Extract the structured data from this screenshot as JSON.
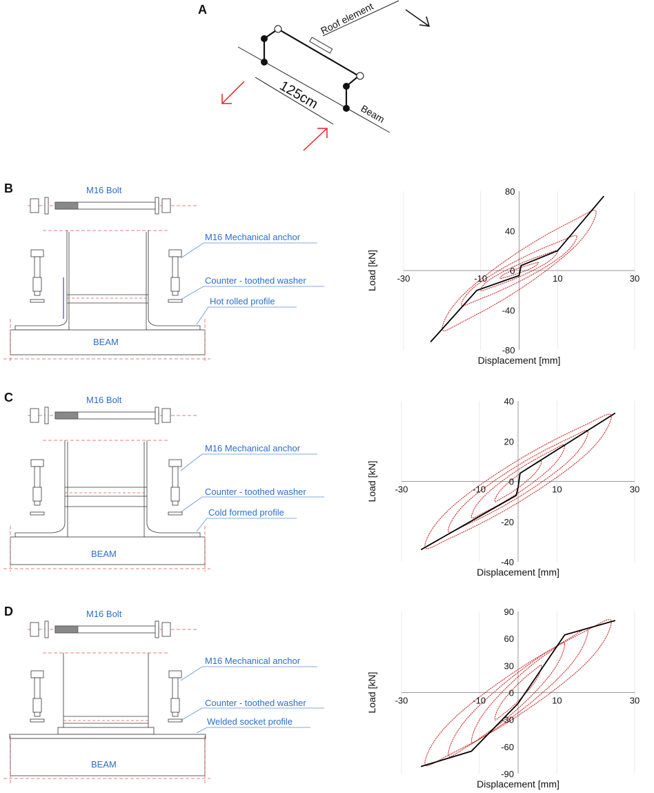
{
  "panels": {
    "A": {
      "letter": "A",
      "roof_label": "Roof element",
      "beam_label": "Beam",
      "dim_label": "125cm"
    },
    "B": {
      "letter": "B",
      "bolt": "M16 Bolt",
      "anchor": "M16 Mechanical anchor",
      "washer": "Counter - toothed washer",
      "profile": "Hot rolled profile",
      "beam": "BEAM"
    },
    "C": {
      "letter": "C",
      "bolt": "M16 Bolt",
      "anchor": "M16 Mechanical anchor",
      "washer": "Counter - toothed washer",
      "profile": "Cold formed profile",
      "beam": "BEAM"
    },
    "D": {
      "letter": "D",
      "bolt": "M16 Bolt",
      "anchor": "M16 Mechanical anchor",
      "washer": "Counter - toothed washer",
      "profile": "Welded socket profile",
      "beam": "BEAM"
    }
  },
  "colors": {
    "curve": "#cc2222",
    "envelope": "#000000",
    "label": "#2c6ec8",
    "arrow": "#e02020"
  },
  "chart_data": [
    {
      "type": "line",
      "panel": "B",
      "xlabel": "Displacement [mm]",
      "ylabel": "Load [kN]",
      "xlim": [
        -30,
        30
      ],
      "ylim": [
        -80,
        80
      ],
      "xticks": [
        -30,
        -10,
        10,
        30
      ],
      "yticks": [
        80,
        40,
        0,
        -40,
        -80
      ],
      "tick_labels": {
        "x": [
          "-30",
          "-10",
          "10",
          "30"
        ],
        "y": [
          "80",
          "40",
          "0",
          "-40",
          "-80"
        ]
      },
      "envelope": {
        "x": [
          -23,
          -11,
          0,
          0.5,
          10,
          22
        ],
        "y": [
          -72,
          -20,
          -5,
          5,
          20,
          75
        ]
      },
      "loops": [
        {
          "amp_x": 5,
          "amp_y": 8
        },
        {
          "amp_x": 10,
          "amp_y": 20
        },
        {
          "amp_x": 15,
          "amp_y": 35
        },
        {
          "amp_x": 20,
          "amp_y": 60
        }
      ]
    },
    {
      "type": "line",
      "panel": "C",
      "xlabel": "Displacement [mm]",
      "ylabel": "Load [kN]",
      "xlim": [
        -30,
        30
      ],
      "ylim": [
        -40,
        40
      ],
      "xticks": [
        -30,
        -10,
        10,
        30
      ],
      "yticks": [
        40,
        20,
        0,
        -20,
        -40
      ],
      "tick_labels": {
        "x": [
          "-30",
          "-10",
          "10",
          "30"
        ],
        "y": [
          "40",
          "20",
          "0",
          "-20",
          "-40"
        ]
      },
      "envelope": {
        "x": [
          -25,
          -0.5,
          0,
          0.5,
          25
        ],
        "y": [
          -34,
          -7,
          -3,
          4,
          34
        ]
      },
      "loops": [
        {
          "amp_x": 6,
          "amp_y": 10
        },
        {
          "amp_x": 12,
          "amp_y": 18
        },
        {
          "amp_x": 18,
          "amp_y": 25
        },
        {
          "amp_x": 24,
          "amp_y": 33
        }
      ]
    },
    {
      "type": "line",
      "panel": "D",
      "xlabel": "Displacement [mm]",
      "ylabel": "Load [kN]",
      "xlim": [
        -30,
        30
      ],
      "ylim": [
        -90,
        90
      ],
      "xticks": [
        -30,
        -10,
        10,
        30
      ],
      "yticks": [
        90,
        60,
        30,
        0,
        -30,
        -60,
        -90
      ],
      "tick_labels": {
        "x": [
          "-30",
          "-10",
          "10",
          "30"
        ],
        "y": [
          "90",
          "60",
          "30",
          "0",
          "-30",
          "-60",
          "-90"
        ]
      },
      "envelope": {
        "x": [
          -25,
          -12,
          0,
          12,
          25
        ],
        "y": [
          -82,
          -65,
          -12,
          64,
          80
        ]
      },
      "loops": [
        {
          "amp_x": 6,
          "amp_y": 30
        },
        {
          "amp_x": 12,
          "amp_y": 55
        },
        {
          "amp_x": 18,
          "amp_y": 70
        },
        {
          "amp_x": 24,
          "amp_y": 80
        }
      ]
    }
  ]
}
